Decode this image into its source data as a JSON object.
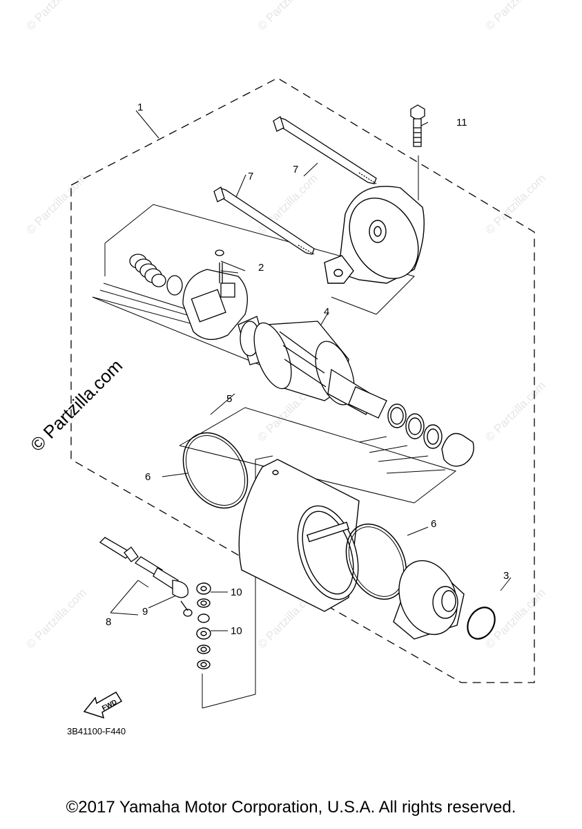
{
  "diagram": {
    "callouts": [
      "1",
      "2",
      "3",
      "4",
      "5",
      "6",
      "6",
      "7",
      "7",
      "8",
      "9",
      "10",
      "10",
      "11"
    ],
    "diagram_code": "3B41100-F440",
    "fwd_label": "FWD",
    "watermark": "© Partzilla.com",
    "watermark_small": "© Partzilla.com"
  },
  "footer": {
    "copyright": "©2017 Yamaha Motor Corporation, U.S.A. All rights reserved."
  }
}
